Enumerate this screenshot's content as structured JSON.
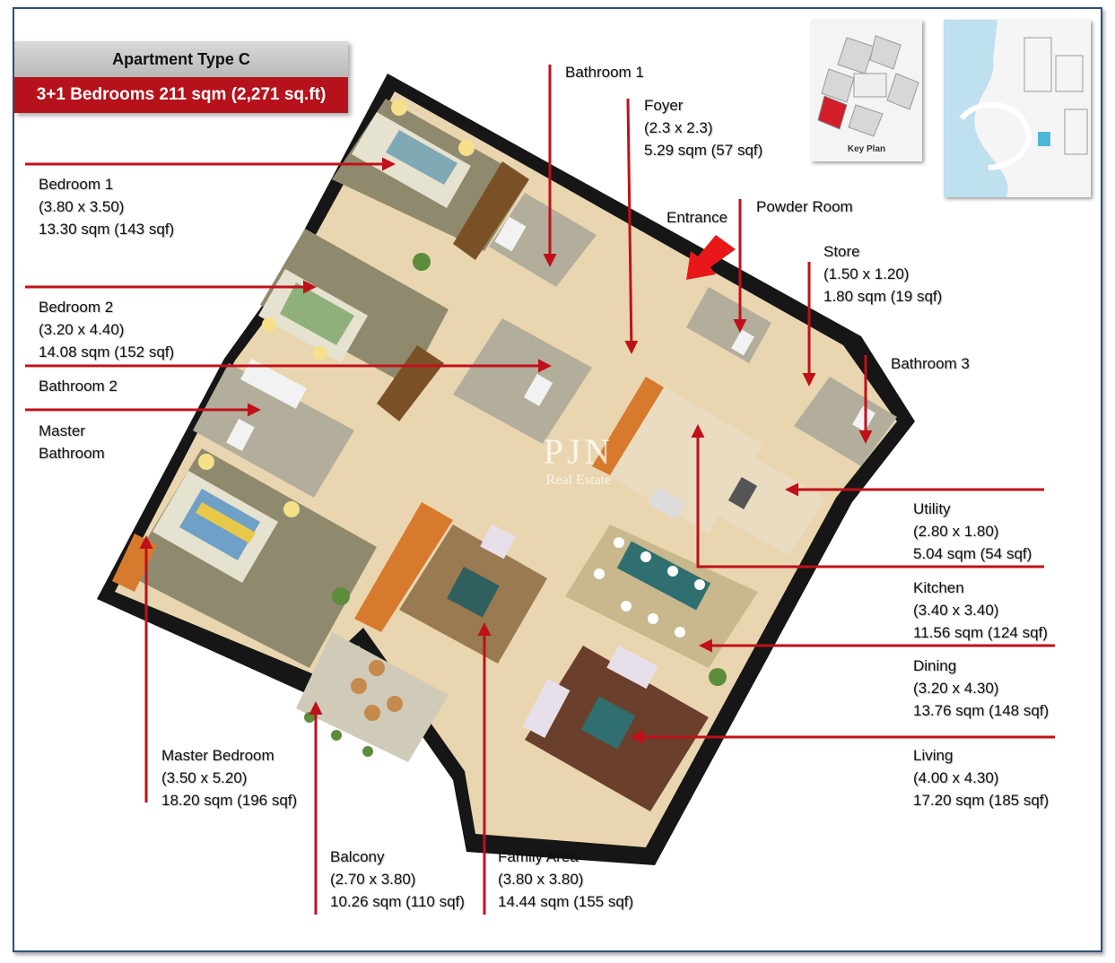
{
  "header": {
    "title": "Apartment Type C",
    "subtitle": "3+1 Bedrooms 211 sqm (2,271 sq.ft)"
  },
  "key_plan": {
    "caption": "Key Plan"
  },
  "watermark": {
    "line1": "PJN",
    "line2": "Real Estate"
  },
  "annotations": {
    "entrance": "Entrance",
    "powder_room": "Powder Room",
    "bathroom_1": "Bathroom 1",
    "bathroom_2": "Bathroom 2",
    "bathroom_3": "Bathroom 3",
    "master_bathroom_1": "Master",
    "master_bathroom_2": "Bathroom"
  },
  "rooms": {
    "foyer": {
      "name": "Foyer",
      "dims": "(2.3 x 2.3)",
      "area": "5.29 sqm (57 sqf)"
    },
    "store": {
      "name": "Store",
      "dims": "(1.50 x 1.20)",
      "area": "1.80 sqm (19 sqf)"
    },
    "bedroom1": {
      "name": "Bedroom 1",
      "dims": "(3.80 x 3.50)",
      "area": "13.30 sqm (143 sqf)"
    },
    "bedroom2": {
      "name": "Bedroom 2",
      "dims": "(3.20 x 4.40)",
      "area": "14.08 sqm (152 sqf)"
    },
    "utility": {
      "name": "Utility",
      "dims": "(2.80 x 1.80)",
      "area": "5.04 sqm (54 sqf)"
    },
    "kitchen": {
      "name": "Kitchen",
      "dims": "(3.40 x 3.40)",
      "area": "11.56 sqm (124 sqf)"
    },
    "dining": {
      "name": "Dining",
      "dims": "(3.20 x 4.30)",
      "area": "13.76 sqm (148 sqf)"
    },
    "living": {
      "name": "Living",
      "dims": "(4.00 x 4.30)",
      "area": "17.20 sqm (185 sqf)"
    },
    "master_bedroom": {
      "name": "Master Bedroom",
      "dims": "(3.50 x 5.20)",
      "area": "18.20 sqm (196 sqf)"
    },
    "balcony": {
      "name": "Balcony",
      "dims": "(2.70 x 3.80)",
      "area": "10.26 sqm (110 sqf)"
    },
    "family_area": {
      "name": "Family Area",
      "dims": "(3.80 x 3.80)",
      "area": "14.44 sqm (155 sqf)"
    }
  },
  "colors": {
    "arrow": "#c0101a",
    "header_band": "#b5121b",
    "floor": "#e9d6b0",
    "wall": "#161616",
    "wood": "#d77a2e",
    "water": "#bfe0ef"
  }
}
